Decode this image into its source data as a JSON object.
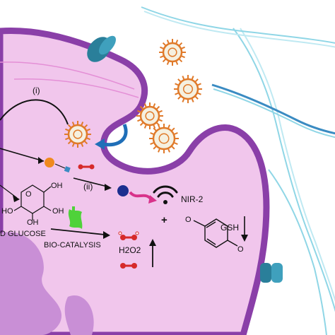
{
  "diagram": {
    "labels": {
      "step_i": "(i)",
      "step_ii": "(ii)",
      "glucose": "D GLUCOSE",
      "biocatalysis": "BIO-CATALYSIS",
      "h2o2": "H2O2",
      "nir2": "NIR-2",
      "gsh": "GSH",
      "oh": "OH",
      "ho": "HO",
      "o_ring": "O",
      "o_quinone": "O",
      "plus": "+"
    },
    "colors": {
      "membrane": "#8a3fa8",
      "cytoplasm": "#f1c6ec",
      "dna_strand": "#8fd6e6",
      "dna_strand_dark": "#3a8bc2",
      "nanoparticle_core": "#f5f0e0",
      "nanoparticle_spikes": "#e07a2a",
      "channel": "#2a7f9a",
      "organelle": "#c98fd6",
      "enzyme": "#4fd23a",
      "arrow_blue": "#1f6fb8",
      "arrow_magenta": "#d8328a",
      "probe_dot": "#1b2f8f",
      "orange_dot": "#f08a1e",
      "h2o2_red": "#d62a2a"
    },
    "icons": [
      "nanoparticle-icon",
      "ion-channel-icon",
      "enzyme-icon",
      "wifi-signal-icon",
      "h2o2-molecule-icon",
      "quinone-structure-icon",
      "glucose-structure-icon"
    ]
  }
}
